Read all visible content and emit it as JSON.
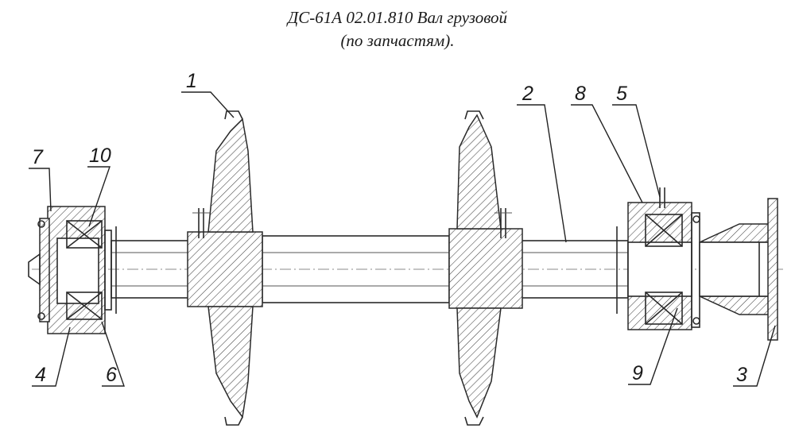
{
  "title": {
    "line1": "ДС-61А 02.01.810 Вал грузовой",
    "line2": "(по запчастям)."
  },
  "callouts": {
    "c1": "1",
    "c2": "2",
    "c3": "3",
    "c4": "4",
    "c5": "5",
    "c6": "6",
    "c7": "7",
    "c8": "8",
    "c9": "9",
    "c10": "10"
  }
}
